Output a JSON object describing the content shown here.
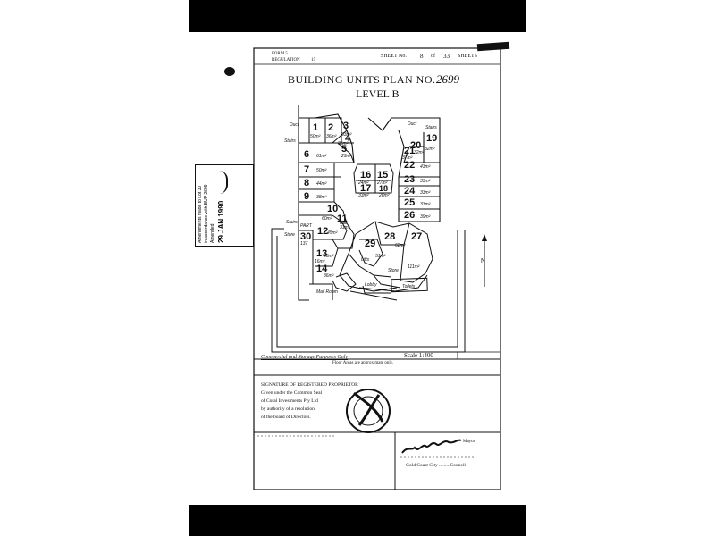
{
  "header": {
    "form": "FORM 5",
    "regulation_label": "REGULATION",
    "regulation_no": "15",
    "sheet_label": "SHEET No.",
    "sheet_no": "8",
    "of_label": "of",
    "total": "33",
    "sheets_label": "SHEETS"
  },
  "title": "BUILDING UNITS PLAN NO.",
  "plan_no": "2699",
  "level": "LEVEL B",
  "units": [
    {
      "no": "1",
      "area": "50m²"
    },
    {
      "no": "2",
      "area": "36m²"
    },
    {
      "no": "3",
      "area": "33m²"
    },
    {
      "no": "4",
      "area": "35m²"
    },
    {
      "no": "5",
      "area": "29m²"
    },
    {
      "no": "6",
      "area": "61m²"
    },
    {
      "no": "7",
      "area": "50m²"
    },
    {
      "no": "8",
      "area": "44m²"
    },
    {
      "no": "9",
      "area": "38m²"
    },
    {
      "no": "10",
      "area": "60m²"
    },
    {
      "no": "11",
      "area": "31m²"
    },
    {
      "no": "12",
      "area": "45m²"
    },
    {
      "no": "13",
      "area": "36m²"
    },
    {
      "no": "14",
      "area": "36m²"
    },
    {
      "no": "15",
      "area": "27m²"
    },
    {
      "no": "16",
      "area": "24m²"
    },
    {
      "no": "17",
      "area": "33m²"
    },
    {
      "no": "18",
      "area": "28m²"
    },
    {
      "no": "19",
      "area": "32m²"
    },
    {
      "no": "20",
      "area": "32m²"
    },
    {
      "no": "21",
      "area": "37m²"
    },
    {
      "no": "22",
      "area": "43m²"
    },
    {
      "no": "23",
      "area": "33m²"
    },
    {
      "no": "24",
      "area": "33m²"
    },
    {
      "no": "25",
      "area": "33m²"
    },
    {
      "no": "26",
      "area": "39m²"
    },
    {
      "no": "27",
      "area": "111m²"
    },
    {
      "no": "28",
      "area": "62m²"
    },
    {
      "no": "29",
      "area": "51m²"
    },
    {
      "no": "30",
      "area": "137"
    }
  ],
  "room_labels": {
    "duct_top": "Duct",
    "stairs_top": "Stairs",
    "duct_right": "Duct",
    "stairs_right": "Stairs",
    "stairs_left": "Stairs",
    "part_30": "PART",
    "store": "Store",
    "lifts": "Lifts",
    "store2": "Store",
    "lobby": "Lobby",
    "toilets": "Toilets",
    "mail_room": "Mail Room",
    "sixteen_sub": "16m²"
  },
  "footer": {
    "purpose": "Commercial and Storage Purposes Only",
    "approx": "Floor Areas are approximate only.",
    "scale": "Scale  1:400",
    "sig_heading": "SIGNATURE OF REGISTERED PROPRIETOR",
    "sig_lines": [
      "Given under the Common Seal",
      "of Coral Investments Pty Ltd",
      "by authority of a resolution",
      "of the board of Directors."
    ],
    "mayor": "Mayor",
    "council": "Gold Coast City ........ Council"
  },
  "side_stamp": {
    "lines": [
      "Amendments made to Lot 30",
      "in accordance with BUP 2699",
      "Amended"
    ],
    "date": "29 JAN 1990"
  }
}
